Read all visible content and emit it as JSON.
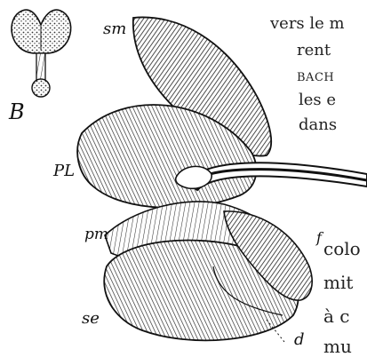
{
  "figure": {
    "inset_label": "B",
    "labels": {
      "sm": "sm",
      "pl": "PL",
      "pm": "pm",
      "se": "se",
      "f": "f",
      "d": "d"
    },
    "colors": {
      "ink": "#111111",
      "paper": "#ffffff",
      "hatch": "#333333"
    }
  },
  "text_fragments": [
    "vers le m",
    "rent",
    "BACH",
    "les e",
    "dans",
    "colo",
    "mit",
    "à  c",
    "mu"
  ]
}
